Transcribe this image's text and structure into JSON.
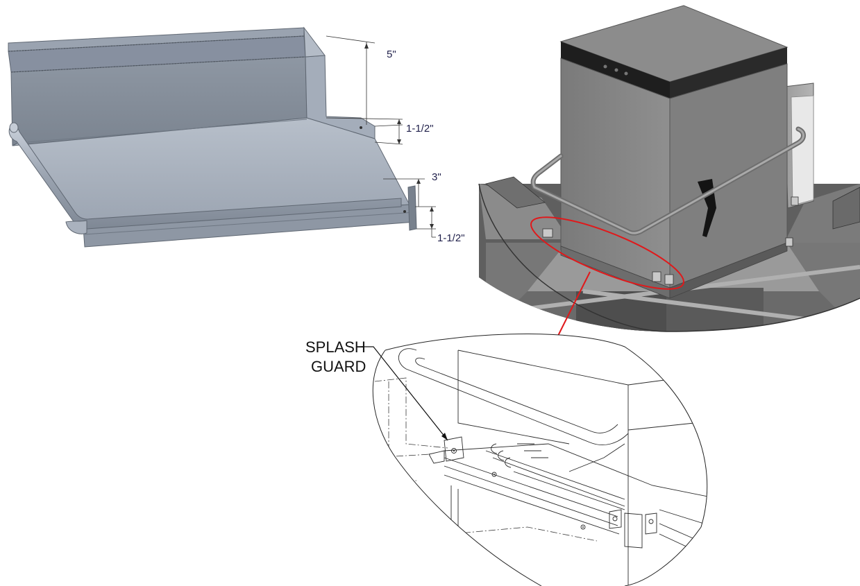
{
  "dimensions": {
    "backsplash_height": "5\"",
    "step_height": "1-1/2\"",
    "front_height": "3\"",
    "lower_height": "1-1/2\""
  },
  "callout": {
    "line1": "SPLASH",
    "line2": "GUARD"
  },
  "colors": {
    "sheet_metal_light": "#a9b2bf",
    "sheet_metal_dark": "#7d8794",
    "machine_body": "#8a8a8a",
    "highlight_red": "#e0191b"
  }
}
